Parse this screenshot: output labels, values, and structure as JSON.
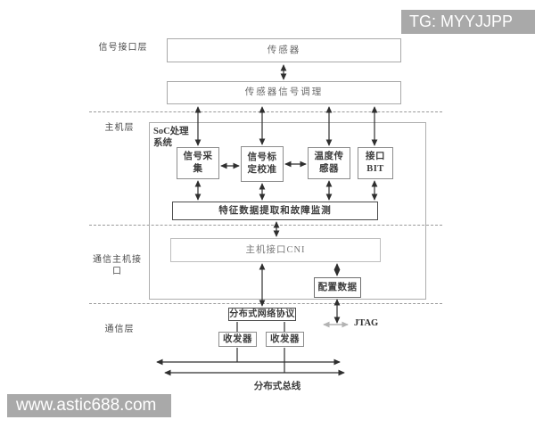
{
  "watermarks": {
    "top_right": "TG: MYYJJPP",
    "bottom_left": "www.astic688.com"
  },
  "layer_labels": {
    "signal_interface": "信号接口层",
    "host": "主机层",
    "comm_host_interface": "通信主机接口",
    "communication": "通信层"
  },
  "blocks": {
    "sensor": "传感器",
    "signal_conditioning": "传感器信号调理",
    "soc_system": "SoC处理系统",
    "signal_acquisition": "信号采集",
    "signal_calibration": "信号标定校准",
    "temperature_sensor": "温度传感器",
    "interface_bit": "接口BIT",
    "feature_extraction": "特征数据提取和故障监测",
    "host_interface_cni": "主机接口CNI",
    "config_data": "配置数据",
    "distributed_network_protocol": "分布式网络协议",
    "transceiver": "收发器",
    "jtag": "JTAG",
    "distributed_bus": "分布式总线"
  },
  "colors": {
    "watermark_bg": "#a9a9a9",
    "watermark_text": "#ffffff",
    "line": "#2f2f2f",
    "jtag_arrow": "#b3b3b3"
  }
}
